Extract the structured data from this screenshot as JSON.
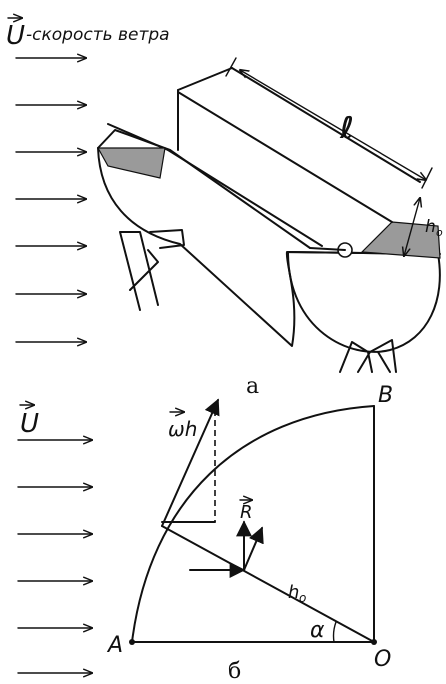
{
  "top_panel": {
    "wind_label_vector": "U",
    "wind_label_text": "-скорость ветра",
    "length_label": "ℓ",
    "height_label_main": "h",
    "height_label_sub": "o",
    "panel_label": "а"
  },
  "bottom_panel": {
    "wind_label_vector": "U",
    "omega_label": "ωh",
    "force_label": "R",
    "radius_label_main": "h",
    "radius_label_sub": "o",
    "angle_label": "α",
    "point_a": "A",
    "point_b": "B",
    "point_o": "O",
    "panel_label": "б"
  }
}
